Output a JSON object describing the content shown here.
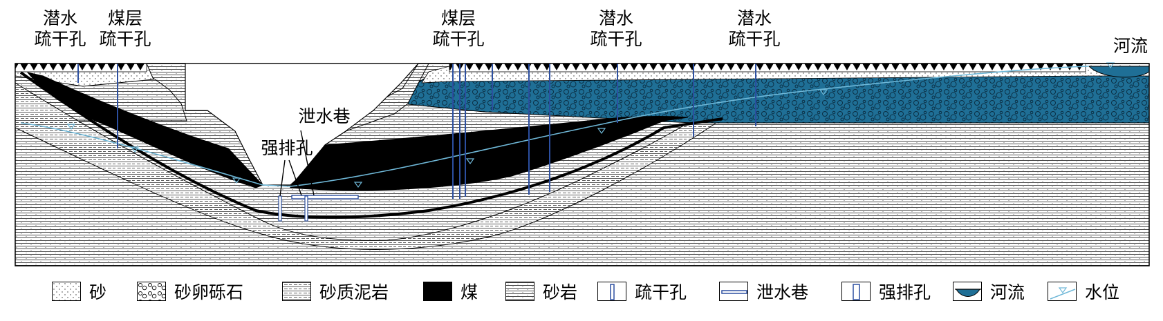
{
  "labels": {
    "phreatic_drain_left_1": "潜水",
    "phreatic_drain_left_2": "疏干孔",
    "coal_drain_left_1": "煤层",
    "coal_drain_left_2": "疏干孔",
    "coal_drain_mid_1": "煤层",
    "coal_drain_mid_2": "疏干孔",
    "phreatic_drain_mid_1": "潜水",
    "phreatic_drain_mid_2": "疏干孔",
    "phreatic_drain_right_1": "潜水",
    "phreatic_drain_right_2": "疏干孔",
    "river": "河流",
    "drainage_roadway": "泄水巷",
    "forced_drain_hole": "强排孔"
  },
  "legend": [
    {
      "label": "砂",
      "pattern": "sand-icon"
    },
    {
      "label": "砂卵砾石",
      "pattern": "gravel-icon"
    },
    {
      "label": "砂质泥岩",
      "pattern": "sandy-mudstone-icon"
    },
    {
      "label": "煤",
      "pattern": "coal-icon"
    },
    {
      "label": "砂岩",
      "pattern": "sandstone-icon"
    },
    {
      "label": "疏干孔",
      "pattern": "drain-hole-icon"
    },
    {
      "label": "泄水巷",
      "pattern": "drainage-roadway-icon"
    },
    {
      "label": "强排孔",
      "pattern": "forced-drain-icon"
    },
    {
      "label": "河流",
      "pattern": "river-icon"
    },
    {
      "label": "水位",
      "pattern": "water-level-icon"
    }
  ],
  "colors": {
    "coal": "#000000",
    "gravel": "#1f6f96",
    "water_line": "#6fb8d8",
    "drill_hole": "#2c4fa0",
    "outline": "#000000"
  }
}
